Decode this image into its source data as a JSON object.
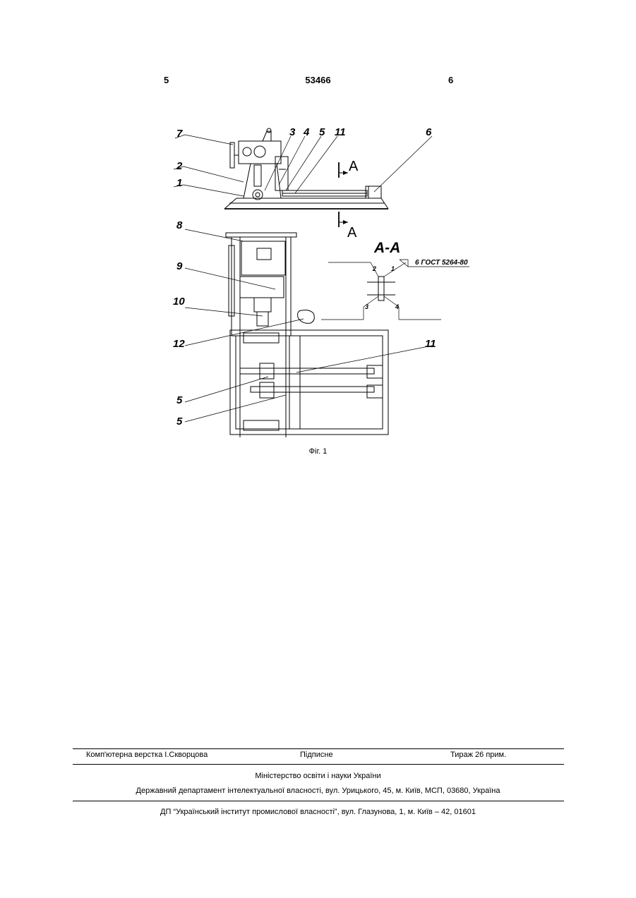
{
  "header": {
    "left": "5",
    "center": "53466",
    "right": "6"
  },
  "figure": {
    "labels": [
      "7",
      "2",
      "1",
      "3",
      "4",
      "5",
      "11",
      "6",
      "8",
      "9",
      "10",
      "12",
      "11",
      "5",
      "5"
    ],
    "section_mark": "A",
    "section_title": "А-А",
    "weld_note": "6 ГОСТ 5264-80",
    "weld_numbers": [
      "2",
      "1",
      "3",
      "4"
    ],
    "caption": "Фіг. 1"
  },
  "footer": {
    "layout": "Комп'ютерна верстка І.Скворцова",
    "signed": "Підписне",
    "print_run": "Тираж 26 прим.",
    "ministry": "Міністерство освіти і науки України",
    "department": "Державний департамент інтелектуальної власності, вул. Урицького, 45, м. Київ, МСП, 03680, Україна",
    "institute": "ДП “Український інститут промислової власності”, вул. Глазунова, 1, м. Київ – 42, 01601"
  }
}
